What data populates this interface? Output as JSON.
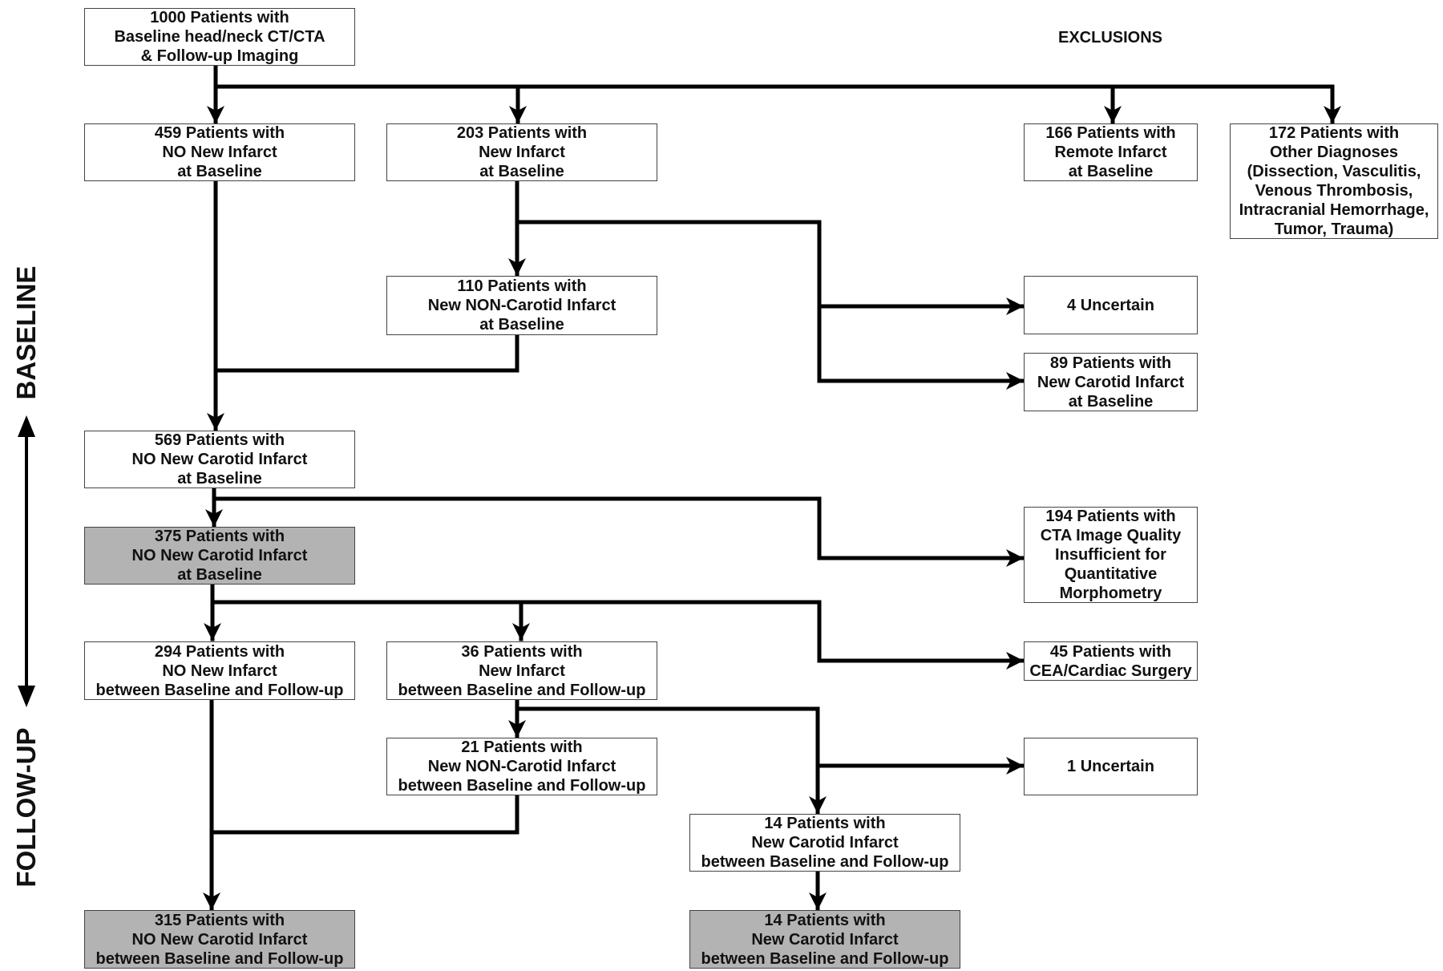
{
  "exclusions_title": "EXCLUSIONS",
  "side_labels": {
    "baseline": "BASELINE",
    "followup": "FOLLOW-UP"
  },
  "boxes": {
    "start": [
      "1000 Patients with",
      "Baseline head/neck CT/CTA",
      "& Follow-up Imaging"
    ],
    "no_new_infarct_baseline": [
      "459 Patients with",
      "NO New Infarct",
      "at Baseline"
    ],
    "new_infarct_baseline": [
      "203 Patients with",
      "New Infarct",
      "at Baseline"
    ],
    "remote_infarct": [
      "166 Patients with",
      "Remote Infarct",
      "at Baseline"
    ],
    "other_diagnoses": [
      "172 Patients with",
      "Other Diagnoses",
      "(Dissection, Vasculitis,",
      "Venous Thrombosis,",
      "Intracranial Hemorrhage,",
      "Tumor, Trauma)"
    ],
    "non_carotid_baseline": [
      "110 Patients with",
      "New NON-Carotid Infarct",
      "at Baseline"
    ],
    "uncertain_baseline": [
      "4 Uncertain"
    ],
    "carotid_baseline": [
      "89 Patients with",
      "New Carotid Infarct",
      "at Baseline"
    ],
    "no_carotid_569": [
      "569 Patients with",
      "NO New Carotid Infarct",
      "at Baseline"
    ],
    "cta_quality": [
      "194 Patients with",
      "CTA Image Quality",
      "Insufficient for",
      "Quantitative",
      "Morphometry"
    ],
    "no_carotid_375": [
      "375 Patients with",
      "NO New Carotid Infarct",
      "at Baseline"
    ],
    "no_new_infarct_fu": [
      "294 Patients with",
      "NO New Infarct",
      "between Baseline and Follow-up"
    ],
    "new_infarct_fu": [
      "36 Patients with",
      "New Infarct",
      "between Baseline and Follow-up"
    ],
    "cea_surgery": [
      "45 Patients with",
      "CEA/Cardiac Surgery"
    ],
    "non_carotid_fu": [
      "21 Patients with",
      "New NON-Carotid Infarct",
      "between Baseline and Follow-up"
    ],
    "uncertain_fu": [
      "1 Uncertain"
    ],
    "carotid_fu": [
      "14 Patients with",
      "New Carotid Infarct",
      "between Baseline and Follow-up"
    ],
    "final_no_carotid": [
      "315 Patients with",
      "NO New Carotid Infarct",
      "between Baseline and Follow-up"
    ],
    "final_carotid": [
      "14 Patients with",
      "New Carotid Infarct",
      "between Baseline and Follow-up"
    ]
  },
  "colors": {
    "line": "#000000",
    "box_border": "#444444",
    "shaded_fill": "#b3b3b3"
  }
}
